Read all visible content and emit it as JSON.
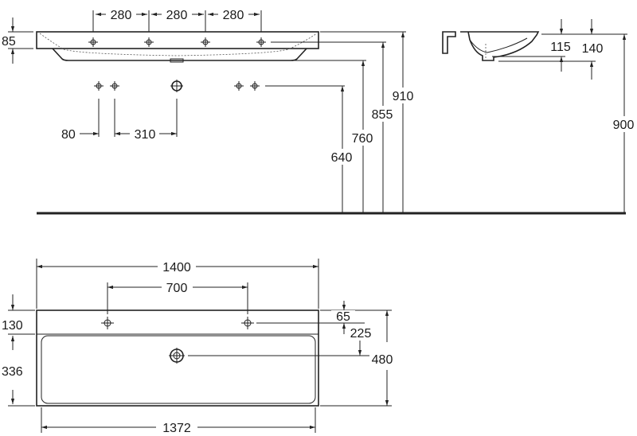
{
  "front_view": {
    "tap_spacing": [
      "280",
      "280",
      "280"
    ],
    "rim_height": "85",
    "fixture_offset": "80",
    "waste_offset": "310",
    "heights": [
      "640",
      "760",
      "855",
      "910"
    ]
  },
  "side_view": {
    "depths": [
      "115",
      "140"
    ],
    "height": "900"
  },
  "plan_view": {
    "overall_width": "1400",
    "tap_hole_spacing": "700",
    "deck_depth": "130",
    "basin_depth": "336",
    "tap_hole_setback": "65",
    "waste_setback": "225",
    "overall_depth": "480",
    "basin_width": "1372"
  }
}
